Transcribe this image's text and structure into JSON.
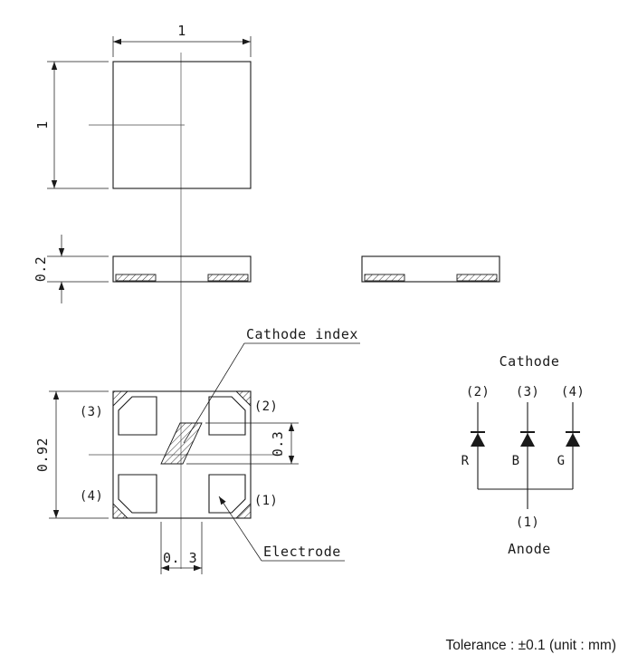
{
  "colors": {
    "ink": "#1a1a1a",
    "background": "#ffffff"
  },
  "top_view": {
    "width_dim": "1",
    "height_dim": "1"
  },
  "side_view": {
    "thickness_dim": "0.2"
  },
  "bottom_view": {
    "height_dim": "0.92",
    "index_height_dim": "0.3",
    "index_width_dim": "0. 3",
    "pad_1": "(1)",
    "pad_2": "(2)",
    "pad_3": "(3)",
    "pad_4": "(4)",
    "cathode_index_label": "Cathode index",
    "electrode_label": "Electrode"
  },
  "circuit": {
    "cathode_label": "Cathode",
    "pins": [
      "(2)",
      "(3)",
      "(4)"
    ],
    "diode_names": [
      "R",
      "B",
      "G"
    ],
    "anode_pin": "(1)",
    "anode_label": "Anode"
  },
  "footer": {
    "tolerance_note": "Tolerance : ±0.1 (unit : mm)"
  }
}
